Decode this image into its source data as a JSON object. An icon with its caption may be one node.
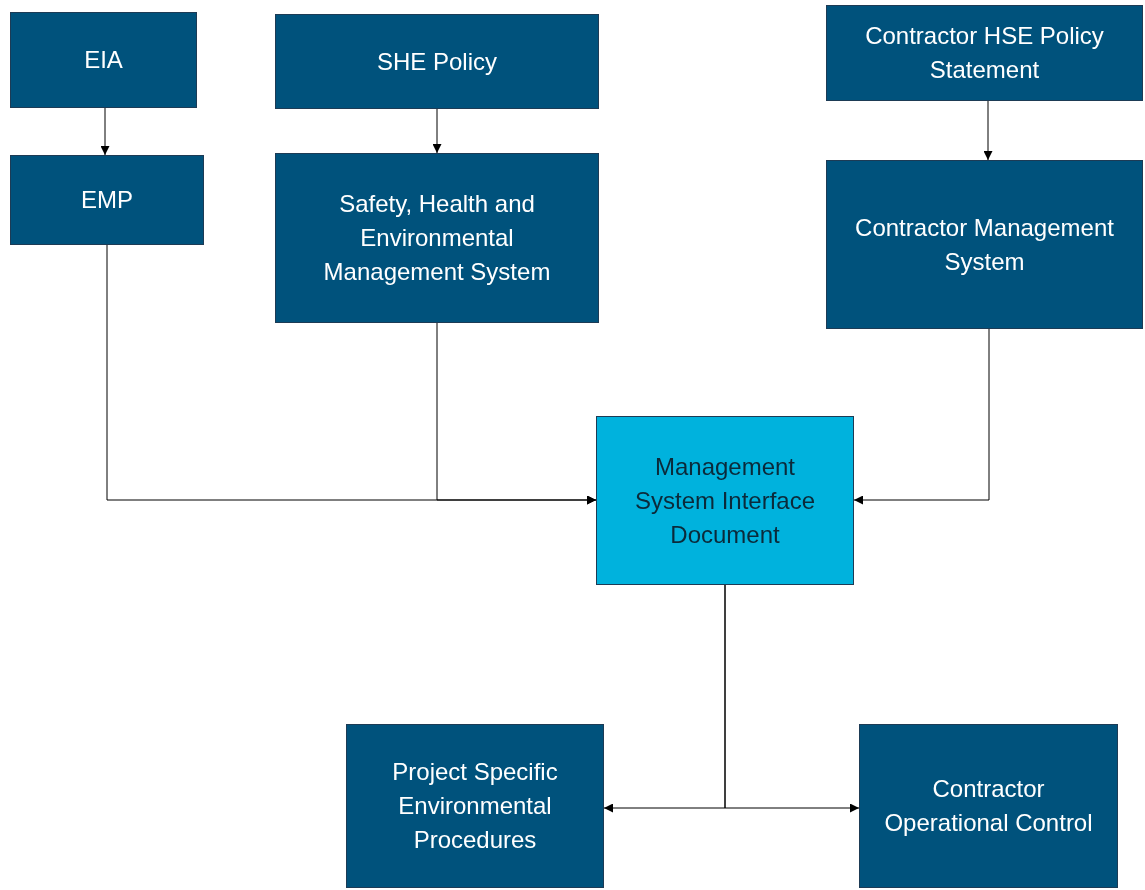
{
  "diagram": {
    "nodes": [
      {
        "text": [
          "EIA"
        ]
      },
      {
        "text": [
          "SHE Policy"
        ]
      },
      {
        "text": [
          "Contractor HSE Policy Statement"
        ]
      },
      {
        "text": [
          "EMP"
        ]
      },
      {
        "text": [
          "Safety, Health and Environmental Management System"
        ]
      },
      {
        "text": [
          "Contractor Management System"
        ]
      },
      {
        "text": [
          "Management System Interface Document"
        ]
      },
      {
        "text": [
          "Project Specific Environmental Procedures"
        ]
      },
      {
        "text": [
          "Contractor Operational Control"
        ]
      }
    ],
    "edges": [
      {
        "from": 0,
        "to": 3,
        "arrow": "to"
      },
      {
        "from": 1,
        "to": 4,
        "arrow": "to"
      },
      {
        "from": 2,
        "to": 5,
        "arrow": "to"
      },
      {
        "from": 3,
        "to": 6,
        "arrow": "to"
      },
      {
        "from": 4,
        "to": 6,
        "arrow": "to"
      },
      {
        "from": 5,
        "to": 6,
        "arrow": "to"
      },
      {
        "from": 6,
        "to": 7,
        "arrow": "to"
      },
      {
        "from": 6,
        "to": 8,
        "arrow": "to"
      }
    ]
  }
}
